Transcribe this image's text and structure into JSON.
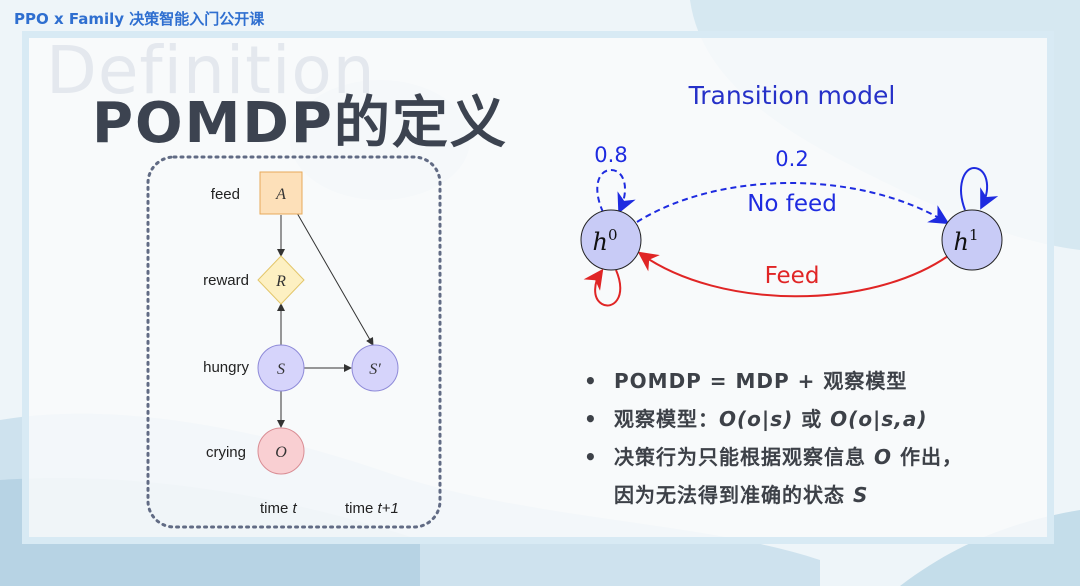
{
  "header": {
    "course": "PPO x Family 决策智能入门公开课"
  },
  "slide": {
    "watermark": "Definition",
    "title": "POMDP的定义"
  },
  "left_diagram": {
    "labels": {
      "feed": "feed",
      "reward": "reward",
      "hungry": "hungry",
      "crying": "crying"
    },
    "nodes": {
      "A": "A",
      "R": "R",
      "S": "S",
      "S_prime": "S′",
      "O": "O"
    },
    "time": {
      "prefix": "time",
      "t": "t",
      "t1": "t+1"
    },
    "colors": {
      "action": "#fde0b9",
      "reward": "#fdf0c2",
      "state": "#d6d4fb",
      "obs": "#f9cfd2"
    }
  },
  "transition_model": {
    "title": "Transition model",
    "h0": {
      "base": "h",
      "sup": "0"
    },
    "h1": {
      "base": "h",
      "sup": "1"
    },
    "p_self_h0": "0.8",
    "p_h0_h1": "0.2",
    "no_feed_label": "No feed",
    "feed_label": "Feed",
    "colors": {
      "no_feed": "#1e2be0",
      "feed": "#e02525",
      "node_fill": "#c8cbf6"
    }
  },
  "bullets": {
    "b1": "POMDP = MDP + 观察模型",
    "b2_prefix": "观察模型：",
    "b2_f1": "O(o|s)",
    "b2_or": " 或 ",
    "b2_f2": "O(o|s,a)",
    "b3_prefix": "决策行为只能根据观察信息 ",
    "b3_o": "O",
    "b3_suffix": " 作出，",
    "b3_line2": "因为无法得到准确的状态 ",
    "b3_s": "S"
  }
}
